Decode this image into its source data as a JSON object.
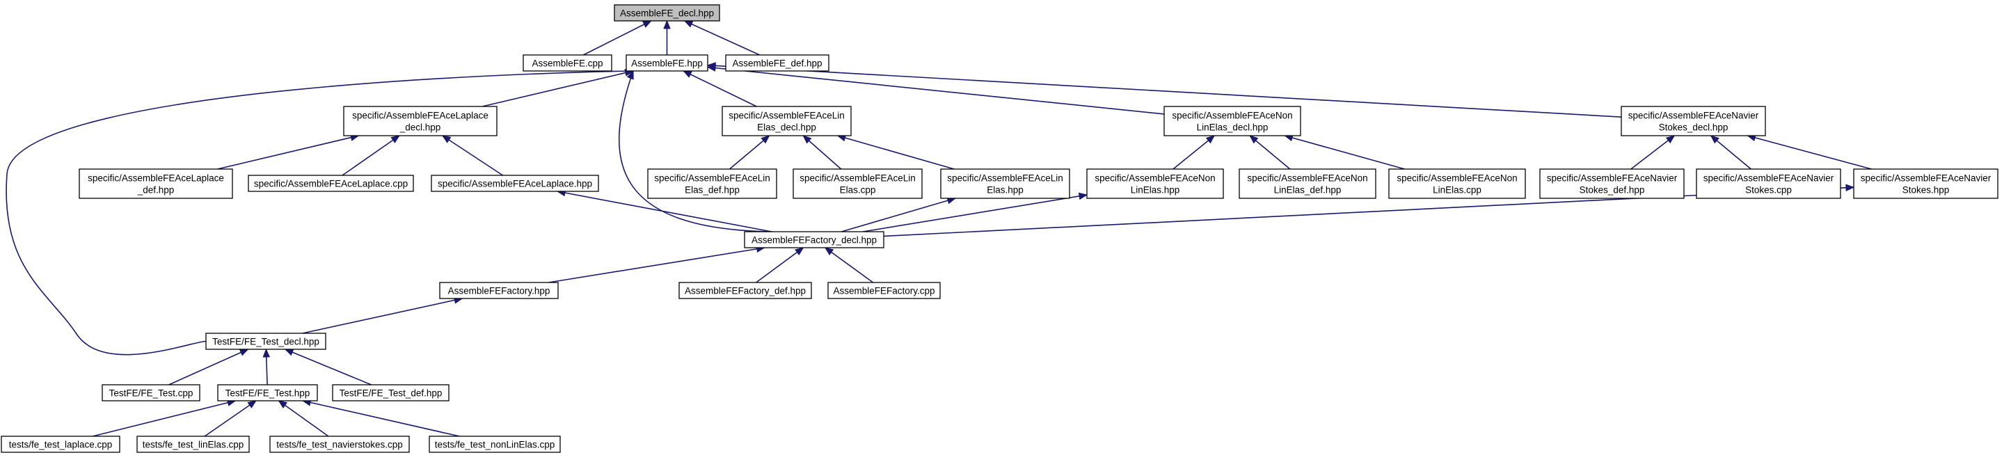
{
  "nodes": [
    {
      "id": "root",
      "root": true,
      "lines": [
        "AssembleFE_decl.hpp"
      ]
    },
    {
      "id": "fe_cpp",
      "lines": [
        "AssembleFE.cpp"
      ]
    },
    {
      "id": "fe_hpp",
      "lines": [
        "AssembleFE.hpp"
      ]
    },
    {
      "id": "fe_def",
      "lines": [
        "AssembleFE_def.hpp"
      ]
    },
    {
      "id": "lap_decl",
      "lines": [
        "specific/AssembleFEAceLaplace",
        "_decl.hpp"
      ]
    },
    {
      "id": "lin_decl",
      "lines": [
        "specific/AssembleFEAceLin",
        "Elas_decl.hpp"
      ]
    },
    {
      "id": "nonlin_decl",
      "lines": [
        "specific/AssembleFEAceNon",
        "LinElas_decl.hpp"
      ]
    },
    {
      "id": "nav_decl",
      "lines": [
        "specific/AssembleFEAceNavier",
        "Stokes_decl.hpp"
      ]
    },
    {
      "id": "lap_def",
      "lines": [
        "specific/AssembleFEAceLaplace",
        "_def.hpp"
      ]
    },
    {
      "id": "lap_cpp",
      "lines": [
        "specific/AssembleFEAceLaplace.cpp"
      ]
    },
    {
      "id": "lap_hpp",
      "lines": [
        "specific/AssembleFEAceLaplace.hpp"
      ]
    },
    {
      "id": "lin_def",
      "lines": [
        "specific/AssembleFEAceLin",
        "Elas_def.hpp"
      ]
    },
    {
      "id": "lin_cpp",
      "lines": [
        "specific/AssembleFEAceLin",
        "Elas.cpp"
      ]
    },
    {
      "id": "lin_hpp",
      "lines": [
        "specific/AssembleFEAceLin",
        "Elas.hpp"
      ]
    },
    {
      "id": "nonlin_hpp",
      "lines": [
        "specific/AssembleFEAceNon",
        "LinElas.hpp"
      ]
    },
    {
      "id": "nonlin_def",
      "lines": [
        "specific/AssembleFEAceNon",
        "LinElas_def.hpp"
      ]
    },
    {
      "id": "nonlin_cpp",
      "lines": [
        "specific/AssembleFEAceNon",
        "LinElas.cpp"
      ]
    },
    {
      "id": "nav_def",
      "lines": [
        "specific/AssembleFEAceNavier",
        "Stokes_def.hpp"
      ]
    },
    {
      "id": "nav_cpp",
      "lines": [
        "specific/AssembleFEAceNavier",
        "Stokes.cpp"
      ]
    },
    {
      "id": "nav_hpp",
      "lines": [
        "specific/AssembleFEAceNavier",
        "Stokes.hpp"
      ]
    },
    {
      "id": "fac_decl",
      "lines": [
        "AssembleFEFactory_decl.hpp"
      ]
    },
    {
      "id": "fac_hpp",
      "lines": [
        "AssembleFEFactory.hpp"
      ]
    },
    {
      "id": "fac_def",
      "lines": [
        "AssembleFEFactory_def.hpp"
      ]
    },
    {
      "id": "fac_cpp",
      "lines": [
        "AssembleFEFactory.cpp"
      ]
    },
    {
      "id": "test_decl",
      "lines": [
        "TestFE/FE_Test_decl.hpp"
      ]
    },
    {
      "id": "test_cpp",
      "lines": [
        "TestFE/FE_Test.cpp"
      ]
    },
    {
      "id": "test_hpp",
      "lines": [
        "TestFE/FE_Test.hpp"
      ]
    },
    {
      "id": "test_def",
      "lines": [
        "TestFE/FE_Test_def.hpp"
      ]
    },
    {
      "id": "t_lap",
      "lines": [
        "tests/fe_test_laplace.cpp"
      ]
    },
    {
      "id": "t_lin",
      "lines": [
        "tests/fe_test_linElas.cpp"
      ]
    },
    {
      "id": "t_nav",
      "lines": [
        "tests/fe_test_navierstokes.cpp"
      ]
    },
    {
      "id": "t_nonlin",
      "lines": [
        "tests/fe_test_nonLinElas.cpp"
      ]
    }
  ],
  "edges": [
    [
      "root",
      "fe_cpp"
    ],
    [
      "root",
      "fe_hpp"
    ],
    [
      "root",
      "fe_def"
    ],
    [
      "fe_hpp",
      "lap_decl"
    ],
    [
      "fe_hpp",
      "lin_decl"
    ],
    [
      "fe_hpp",
      "nonlin_decl"
    ],
    [
      "fe_hpp",
      "nav_decl"
    ],
    [
      "fe_hpp",
      "fac_decl"
    ],
    [
      "fe_hpp",
      "test_decl"
    ],
    [
      "lap_decl",
      "lap_def"
    ],
    [
      "lap_decl",
      "lap_cpp"
    ],
    [
      "lap_decl",
      "lap_hpp"
    ],
    [
      "lin_decl",
      "lin_def"
    ],
    [
      "lin_decl",
      "lin_cpp"
    ],
    [
      "lin_decl",
      "lin_hpp"
    ],
    [
      "nonlin_decl",
      "nonlin_hpp"
    ],
    [
      "nonlin_decl",
      "nonlin_def"
    ],
    [
      "nonlin_decl",
      "nonlin_cpp"
    ],
    [
      "nav_decl",
      "nav_def"
    ],
    [
      "nav_decl",
      "nav_cpp"
    ],
    [
      "nav_decl",
      "nav_hpp"
    ],
    [
      "lap_hpp",
      "fac_decl"
    ],
    [
      "lin_hpp",
      "fac_decl"
    ],
    [
      "nonlin_hpp",
      "fac_decl"
    ],
    [
      "nav_hpp",
      "fac_decl"
    ],
    [
      "fac_decl",
      "fac_hpp"
    ],
    [
      "fac_decl",
      "fac_def"
    ],
    [
      "fac_decl",
      "fac_cpp"
    ],
    [
      "fac_hpp",
      "test_decl"
    ],
    [
      "test_decl",
      "test_cpp"
    ],
    [
      "test_decl",
      "test_hpp"
    ],
    [
      "test_decl",
      "test_def"
    ],
    [
      "test_hpp",
      "t_lap"
    ],
    [
      "test_hpp",
      "t_lin"
    ],
    [
      "test_hpp",
      "t_nav"
    ],
    [
      "test_hpp",
      "t_nonlin"
    ]
  ]
}
